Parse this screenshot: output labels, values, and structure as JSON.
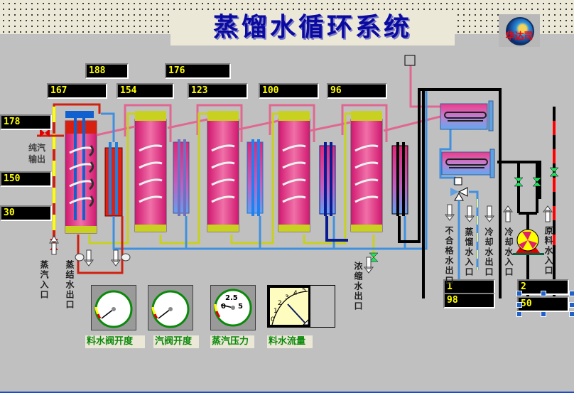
{
  "window": {
    "title": "蒸馏水循环系统",
    "logo_text": "华达司"
  },
  "effects": {
    "temperature_readouts": [
      {
        "id": "effect1",
        "value": "167"
      },
      {
        "id": "effect2",
        "value": "154"
      },
      {
        "id": "effect3",
        "value": "123"
      },
      {
        "id": "effect4",
        "value": "100"
      },
      {
        "id": "effect5",
        "value": "96"
      }
    ],
    "upper_readouts": [
      {
        "id": "upper1",
        "value": "188"
      },
      {
        "id": "upper2",
        "value": "176"
      }
    ]
  },
  "left_readouts": [
    {
      "id": "steam_temp",
      "value": "178"
    },
    {
      "id": "left_mid",
      "value": "150"
    },
    {
      "id": "left_low",
      "value": "30"
    }
  ],
  "right_readouts": [
    {
      "id": "r1",
      "value": "1"
    },
    {
      "id": "r2",
      "value": "98"
    },
    {
      "id": "r3",
      "value": "2"
    },
    {
      "id": "r4",
      "value": "50"
    }
  ],
  "labels": {
    "pure_steam_out": "纯汽输出",
    "steam_in": "蒸汽入口",
    "condensate_out": "蒸结水出口",
    "concentrate_out": "浓缩水出口",
    "reject_water_out": "不合格水出口",
    "distilled_water_in": "蒸馏水入口",
    "cooling_water_out": "冷却水出口",
    "cooling_water_in": "冷却水入口",
    "raw_water_in": "原料水入口"
  },
  "gauges": [
    {
      "id": "feed_valve",
      "caption": "料水阀开度"
    },
    {
      "id": "steam_valve",
      "caption": "汽阀开度"
    },
    {
      "id": "steam_pressure",
      "caption": "蒸汽压力",
      "scale": [
        "0",
        "2.5",
        "5"
      ]
    },
    {
      "id": "feed_flow",
      "caption": "料水流量",
      "scale": [
        "0",
        "1",
        "2",
        "3",
        "4",
        "5"
      ]
    }
  ],
  "colors": {
    "readout_bg": "#000000",
    "readout_text": "#ffff00",
    "title": "#0a0aa0",
    "caption": "#0c8a0c",
    "steam_pipe": "#d02010",
    "pink_pipe": "#e06890",
    "yellow_pipe": "#c8d020",
    "blue_pipe": "#4090e0",
    "navy_pipe": "#0a1a90"
  }
}
